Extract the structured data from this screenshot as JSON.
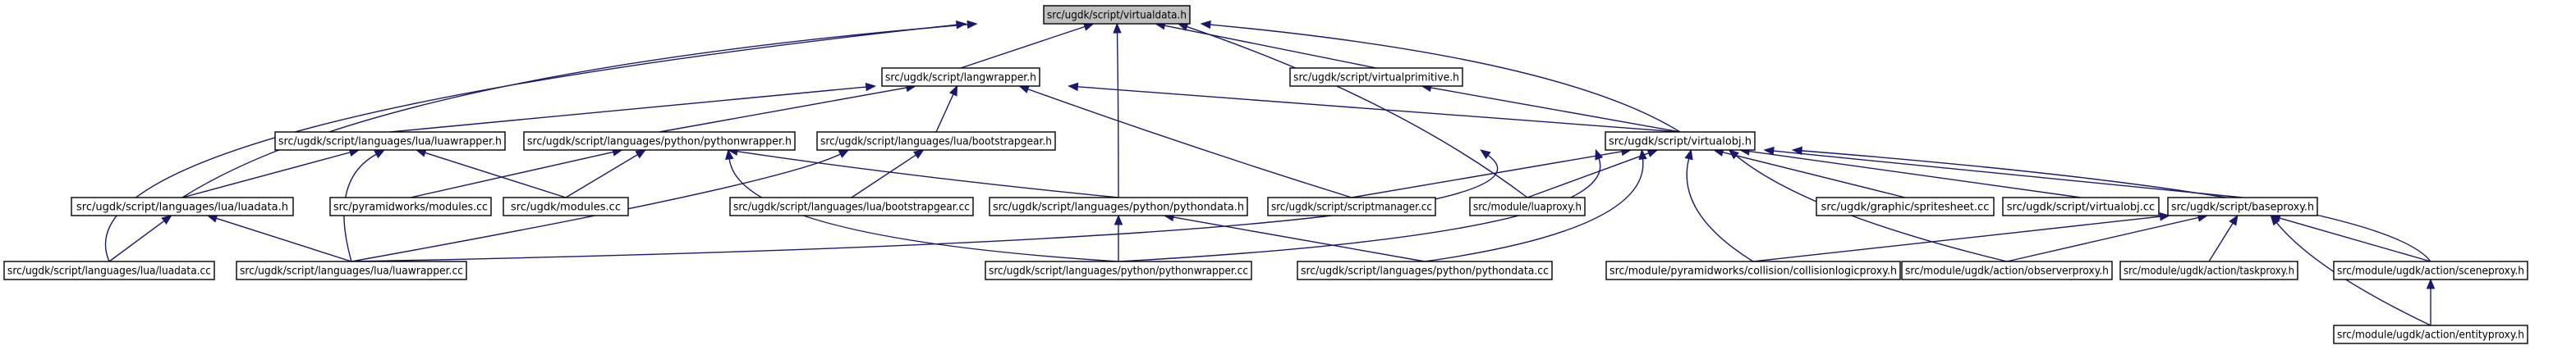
{
  "nodes": {
    "virtualdata_h": "src/ugdk/script/virtualdata.h",
    "langwrapper_h": "src/ugdk/script/langwrapper.h",
    "virtualprimitive_h": "src/ugdk/script/virtualprimitive.h",
    "luawrapper_h": "src/ugdk/script/languages/lua/luawrapper.h",
    "pythonwrapper_h": "src/ugdk/script/languages/python/pythonwrapper.h",
    "bootstrapgear_h": "src/ugdk/script/languages/lua/bootstrapgear.h",
    "virtualobj_h": "src/ugdk/script/virtualobj.h",
    "luadata_h": "src/ugdk/script/languages/lua/luadata.h",
    "pyramidworks_modules_cc": "src/pyramidworks/modules.cc",
    "ugdk_modules_cc": "src/ugdk/modules.cc",
    "bootstrapgear_cc": "src/ugdk/script/languages/lua/bootstrapgear.cc",
    "pythondata_h": "src/ugdk/script/languages/python/pythondata.h",
    "scriptmanager_cc": "src/ugdk/script/scriptmanager.cc",
    "luaproxy_h": "src/module/luaproxy.h",
    "spritesheet_cc": "src/ugdk/graphic/spritesheet.cc",
    "virtualobj_cc": "src/ugdk/script/virtualobj.cc",
    "baseproxy_h": "src/ugdk/script/baseproxy.h",
    "luadata_cc": "src/ugdk/script/languages/lua/luadata.cc",
    "luawrapper_cc": "src/ugdk/script/languages/lua/luawrapper.cc",
    "pythonwrapper_cc": "src/ugdk/script/languages/python/pythonwrapper.cc",
    "pythondata_cc": "src/ugdk/script/languages/python/pythondata.cc",
    "collisionlogicproxy_h": "src/module/pyramidworks/collision/collisionlogicproxy.h",
    "observerproxy_h": "src/module/ugdk/action/observerproxy.h",
    "taskproxy_h": "src/module/ugdk/action/taskproxy.h",
    "sceneproxy_h": "src/module/ugdk/action/sceneproxy.h",
    "entityproxy_h": "src/module/ugdk/action/entityproxy.h"
  },
  "colors": {
    "edge": "#191970",
    "root_fill": "#bfbfbf",
    "node_fill": "#ffffff",
    "border": "#000000"
  }
}
